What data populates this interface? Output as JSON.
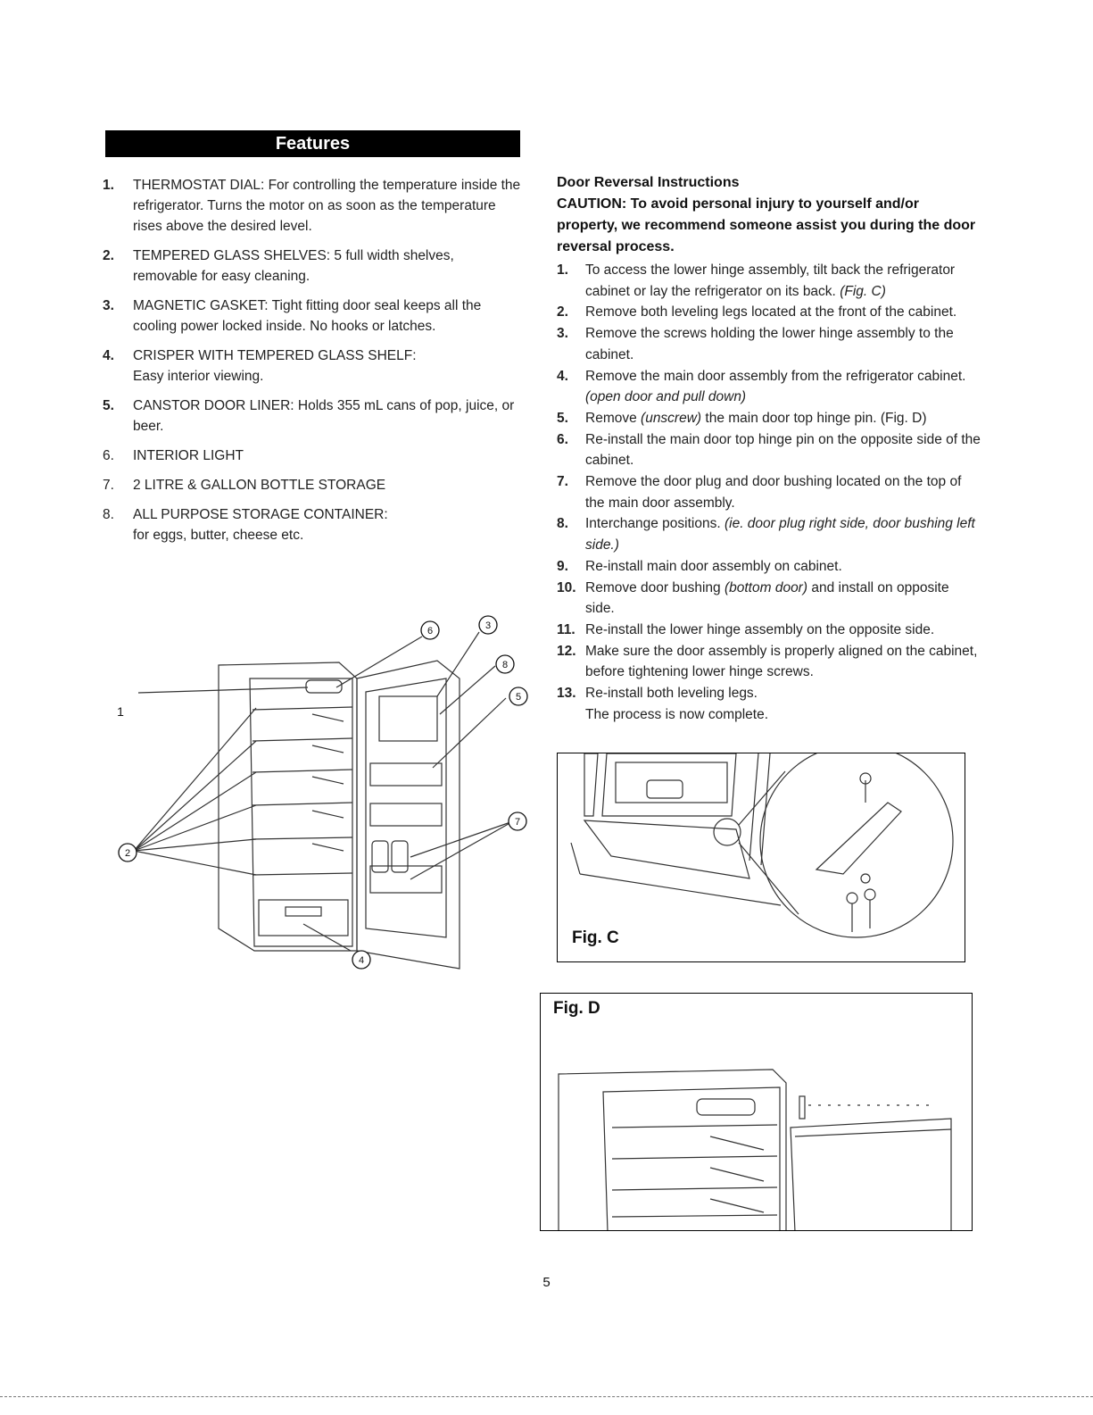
{
  "banner": {
    "title": "Features"
  },
  "features": [
    {
      "num": "1.",
      "bold": true,
      "title": "THERMOSTAT DIAL:",
      "desc": "For controlling the temperature inside the refrigerator. Turns the motor on as soon as the temperature rises above the desired level."
    },
    {
      "num": "2.",
      "bold": true,
      "title": "TEMPERED GLASS SHELVES:",
      "desc": "5 full width shelves, removable for easy cleaning."
    },
    {
      "num": "3.",
      "bold": true,
      "title": "MAGNETIC GASKET:",
      "desc": "Tight fitting door seal keeps all the cooling power locked inside. No hooks or latches."
    },
    {
      "num": "4.",
      "bold": true,
      "title": "CRISPER WITH TEMPERED GLASS SHELF:",
      "desc": "Easy interior viewing."
    },
    {
      "num": "5.",
      "bold": true,
      "title": "CANSTOR DOOR LINER:",
      "desc": "Holds 355 mL cans of pop, juice, or beer."
    },
    {
      "num": "6.",
      "bold": false,
      "title": "INTERIOR LIGHT",
      "desc": ""
    },
    {
      "num": "7.",
      "bold": false,
      "title": "2 LITRE & GALLON BOTTLE STORAGE",
      "desc": ""
    },
    {
      "num": "8.",
      "bold": false,
      "title": "ALL PURPOSE STORAGE CONTAINER:",
      "desc": "for eggs, butter, cheese etc."
    }
  ],
  "door_reversal": {
    "heading": "Door Reversal Instructions",
    "caution_label": "CAUTION:",
    "caution_text": "To avoid personal injury to yourself and/or property, we recommend someone assist you during the door reversal process.",
    "steps": [
      {
        "num": "1.",
        "text": "To access the lower hinge assembly, tilt back the refrigerator cabinet or lay the refrigerator on its back.",
        "italic": "(Fig. C)",
        "after": ""
      },
      {
        "num": "2.",
        "text": "Remove both leveling legs located at the front of the cabinet.",
        "italic": "",
        "after": ""
      },
      {
        "num": "3.",
        "text": "Remove the screws holding the lower hinge assembly to the cabinet.",
        "italic": "",
        "after": ""
      },
      {
        "num": "4.",
        "text": "Remove the main door assembly from the refrigerator cabinet.",
        "italic": "(open door and pull down)",
        "after": ""
      },
      {
        "num": "5.",
        "text": "Remove",
        "italic": "(unscrew)",
        "after": "the main door top hinge pin. (Fig. D)"
      },
      {
        "num": "6.",
        "text": "Re-install the main door top hinge pin on the opposite side of the cabinet.",
        "italic": "",
        "after": ""
      },
      {
        "num": "7.",
        "text": "Remove the door plug and door bushing located on the top of the main door assembly.",
        "italic": "",
        "after": ""
      },
      {
        "num": "8.",
        "text": "Interchange positions.",
        "italic": "(ie. door plug right side, door bushing left side.)",
        "after": ""
      },
      {
        "num": "9.",
        "text": "Re-install main door assembly on cabinet.",
        "italic": "",
        "after": ""
      },
      {
        "num": "10.",
        "text": "Remove door bushing",
        "italic": "(bottom door)",
        "after": "and install on opposite side."
      },
      {
        "num": "11.",
        "text": "Re-install the lower hinge assembly on the opposite side.",
        "italic": "",
        "after": ""
      },
      {
        "num": "12.",
        "text": "Make sure the door assembly is properly aligned on the cabinet, before tightening lower hinge screws.",
        "italic": "",
        "after": ""
      },
      {
        "num": "13.",
        "text": "Re-install both leveling legs.",
        "italic": "",
        "after": ""
      }
    ],
    "complete": "The process is now complete."
  },
  "figures": {
    "fig_c": "Fig. C",
    "fig_d": "Fig. D",
    "callouts": [
      "1",
      "2",
      "3",
      "4",
      "5",
      "6",
      "7",
      "8"
    ]
  },
  "page_number": "5"
}
